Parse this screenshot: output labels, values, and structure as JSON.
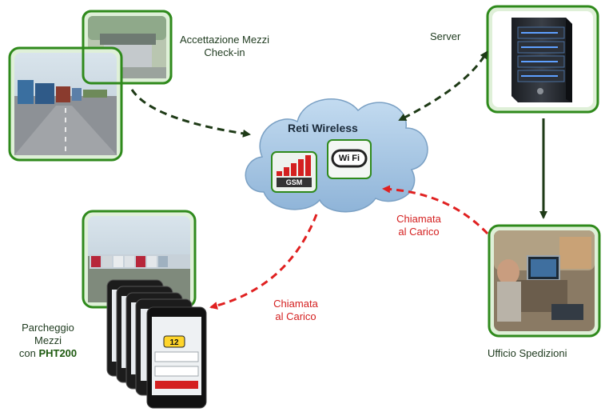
{
  "nodes": {
    "checkin": {
      "label_line1": "Accettazione Mezzi",
      "label_line2": "Check-in",
      "icon": "truck-checkpoint-photo-icon"
    },
    "server": {
      "label": "Server",
      "icon": "server-tower-icon"
    },
    "network": {
      "title": "Reti Wireless",
      "gsm_icon": "gsm-signal-icon",
      "gsm_text": "GSM",
      "wifi_icon": "wifi-logo-icon",
      "wifi_text": "Wi Fi"
    },
    "office": {
      "label": "Ufficio Spedizioni",
      "icon": "shipping-office-photo-icon"
    },
    "parking": {
      "label_line1": "Parcheggio",
      "label_line2": "Mezzi",
      "label_line3_prefix": "con",
      "label_line3_bold": "PHT200",
      "icon": "truck-parking-photo-icon",
      "device_icon": "handheld-terminal-icon",
      "device_badge": "12"
    }
  },
  "arrows": {
    "office_to_network_label_line1": "Chiamata",
    "office_to_network_label_line2": "al Carico",
    "network_to_parking_label_line1": "Chiamata",
    "network_to_parking_label_line2": "al Carico"
  },
  "colors": {
    "dark_green_arrow": "#1e3a16",
    "red_arrow": "#e02020",
    "frame_green": "#2f8a1c",
    "cloud_fill": "#a9c8e4"
  }
}
